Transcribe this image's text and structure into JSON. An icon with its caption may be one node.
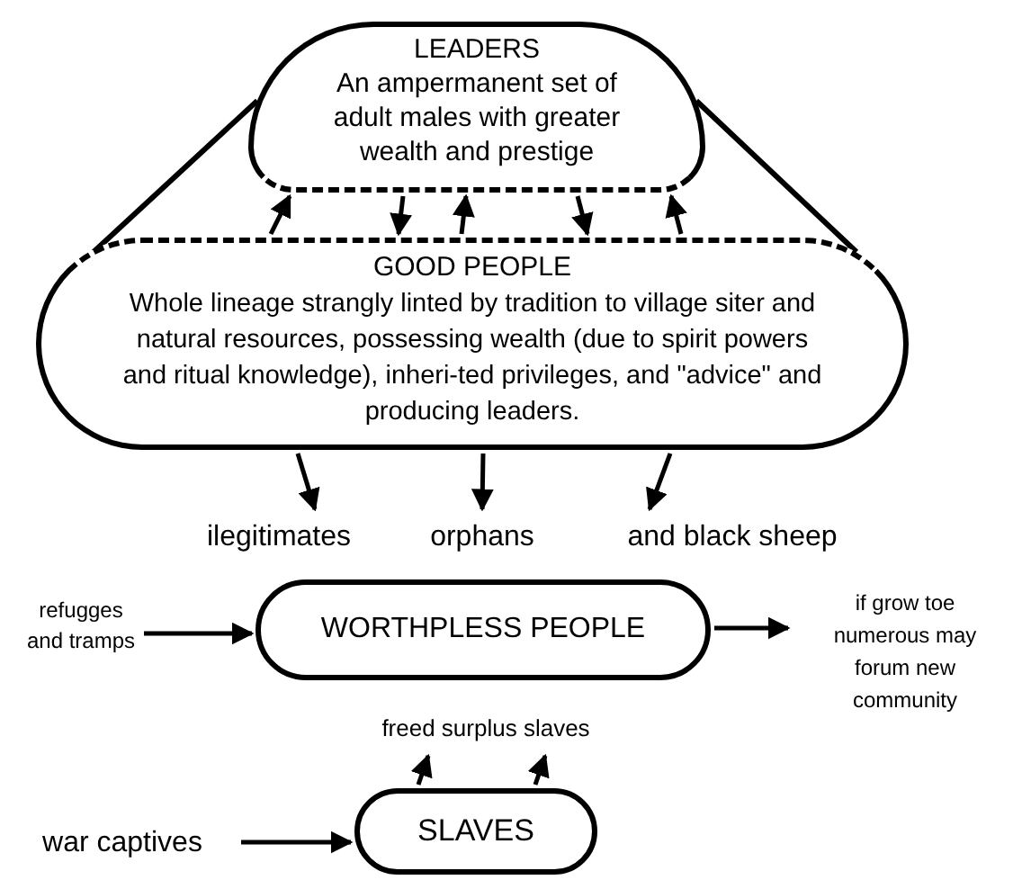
{
  "diagram": {
    "nodes": [
      {
        "text": [
          "LEADERS",
          "An ampermanent set of adult males with greater wealth and prestige"
        ]
      },
      {
        "text": [
          "GOOD PEOPLE",
          "Whole lineage strangly linted by tradition to village siter and natural resources, possessing wealth (due to spirit powers and ritual knowledge), inheri-ted privileges, and \"advice\" and producing leaders."
        ]
      },
      {
        "text": [
          "ilegitimates"
        ]
      },
      {
        "text": [
          "orphans"
        ]
      },
      {
        "text": [
          "and black sheep"
        ]
      },
      {
        "text": [
          "refugges and tramps"
        ]
      },
      {
        "text": [
          "WORTHPLESS PEOPLE"
        ]
      },
      {
        "text": [
          "if grow toe numerous may forum new community"
        ]
      },
      {
        "text": [
          "freed surplus slaves"
        ]
      },
      {
        "text": [
          "SLAVES"
        ]
      },
      {
        "text": [
          "war captives"
        ]
      }
    ],
    "edges": [
      {
        "from": 1,
        "to": 0,
        "arrow": "to"
      },
      {
        "from": 0,
        "to": 1,
        "arrow": "to"
      },
      {
        "from": 1,
        "to": 0,
        "arrow": "to"
      },
      {
        "from": 0,
        "to": 1,
        "arrow": "to"
      },
      {
        "from": 1,
        "to": 0,
        "arrow": "to"
      },
      {
        "from": 1,
        "to": 2,
        "arrow": "to"
      },
      {
        "from": 1,
        "to": 3,
        "arrow": "to"
      },
      {
        "from": 1,
        "to": 4,
        "arrow": "to"
      },
      {
        "from": 5,
        "to": 6,
        "arrow": "to"
      },
      {
        "from": 6,
        "to": 7,
        "arrow": "to"
      },
      {
        "from": 9,
        "to": 8,
        "arrow": "to"
      },
      {
        "from": 9,
        "to": 8,
        "arrow": "to"
      },
      {
        "from": 10,
        "to": 9,
        "arrow": "to"
      }
    ]
  }
}
